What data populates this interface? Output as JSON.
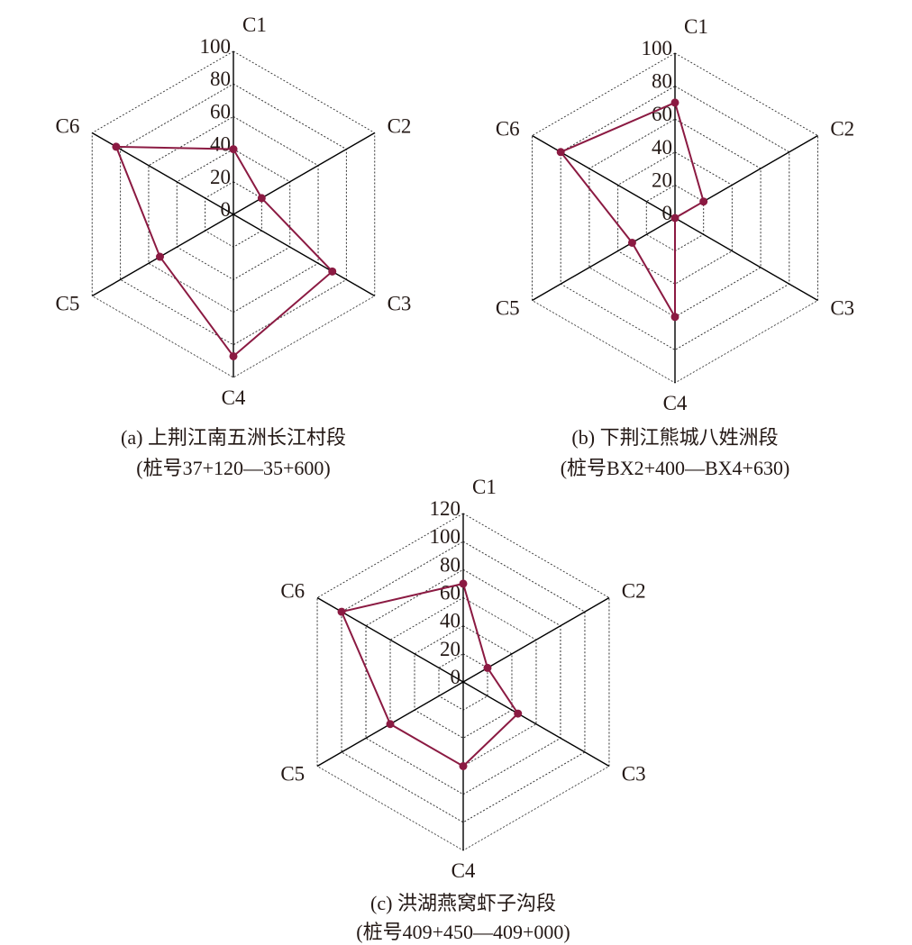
{
  "chart_data": [
    {
      "type": "radar",
      "title": "(a) 上荆江南五洲长江村段",
      "subtitle": "(桩号37+120—35+600)",
      "categories": [
        "C1",
        "C2",
        "C3",
        "C4",
        "C5",
        "C6"
      ],
      "ticks": [
        "0",
        "20",
        "40",
        "60",
        "80",
        "100"
      ],
      "rlim": [
        0,
        100
      ],
      "values": [
        40,
        20,
        70,
        87,
        52,
        83
      ]
    },
    {
      "type": "radar",
      "title": "(b) 下荆江熊城八姓洲段",
      "subtitle": "(桩号BX2+400—BX4+630)",
      "categories": [
        "C1",
        "C2",
        "C3",
        "C4",
        "C5",
        "C6"
      ],
      "ticks": [
        "0",
        "20",
        "40",
        "60",
        "80",
        "100"
      ],
      "rlim": [
        0,
        100
      ],
      "values": [
        70,
        20,
        0,
        60,
        30,
        80
      ]
    },
    {
      "type": "radar",
      "title": "(c) 洪湖燕窝虾子沟段",
      "subtitle": "(桩号409+450—409+000)",
      "categories": [
        "C1",
        "C2",
        "C3",
        "C4",
        "C5",
        "C6"
      ],
      "ticks": [
        "0",
        "20",
        "40",
        "60",
        "80",
        "100",
        "120"
      ],
      "rlim": [
        0,
        120
      ],
      "values": [
        70,
        20,
        45,
        60,
        60,
        100
      ]
    }
  ],
  "colors": {
    "series": "#8b1a42",
    "axis": "#000000",
    "grid": "#333333"
  }
}
